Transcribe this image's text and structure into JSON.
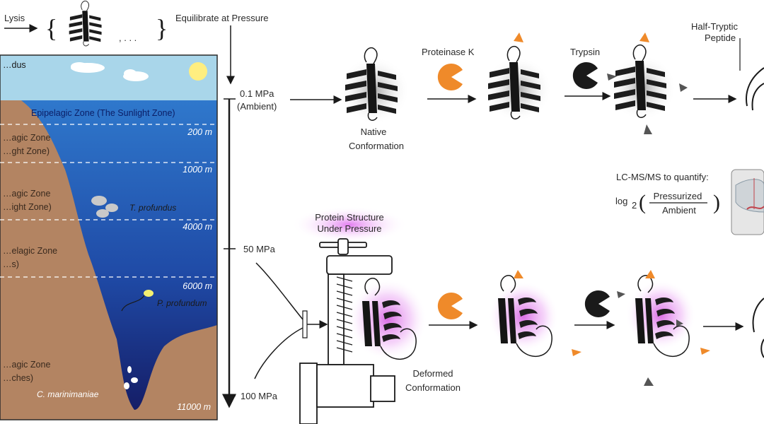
{
  "header": {
    "lysis": "Lysis",
    "ellipsis": ", . . .",
    "equilibrate": "Equilibrate at Pressure"
  },
  "ocean": {
    "surface_organism": "…dus",
    "zones": [
      {
        "name": "Epipelagic Zone (The Sunlight Zone)"
      },
      {
        "line1": "…agic Zone",
        "line2": "…ght Zone)"
      },
      {
        "line1": "…agic Zone",
        "line2": "…ight Zone)"
      },
      {
        "line1": "…elagic Zone",
        "line2": "…s)"
      },
      {
        "line1": "…agic Zone",
        "line2": "…ches)"
      }
    ],
    "depths": [
      "200 m",
      "1000 m",
      "4000 m",
      "6000 m",
      "11000 m"
    ],
    "organisms": [
      "T. profundus",
      "P. profundum",
      "C. marinimaniae"
    ]
  },
  "pressure": {
    "ambient_line1": "0.1 MPa",
    "ambient_line2": "(Ambient)",
    "mid": "50 MPa",
    "high": "100 MPa"
  },
  "top_row": {
    "native_line1": "Native",
    "native_line2": "Conformation",
    "proteinase": "Proteinase K",
    "trypsin": "Trypsin",
    "half_tryptic_line1": "Half-Tryptic",
    "half_tryptic_line2": "Peptide"
  },
  "lcms": {
    "title": "LC-MS/MS to quantify:",
    "log": "log",
    "sub": "2",
    "numerator": "Pressurized",
    "denominator": "Ambient"
  },
  "bottom_row": {
    "structure_line1": "Protein Structure",
    "structure_line2": "Under Pressure",
    "deformed_line1": "Deformed",
    "deformed_line2": "Conformation"
  },
  "colors": {
    "sky": "#a9d6ea",
    "ocean_top": "#2e74c8",
    "ocean_bottom": "#141a62",
    "seafloor": "#b38462",
    "proteinase": "#ef8a2a",
    "glow": "#d455e0"
  }
}
